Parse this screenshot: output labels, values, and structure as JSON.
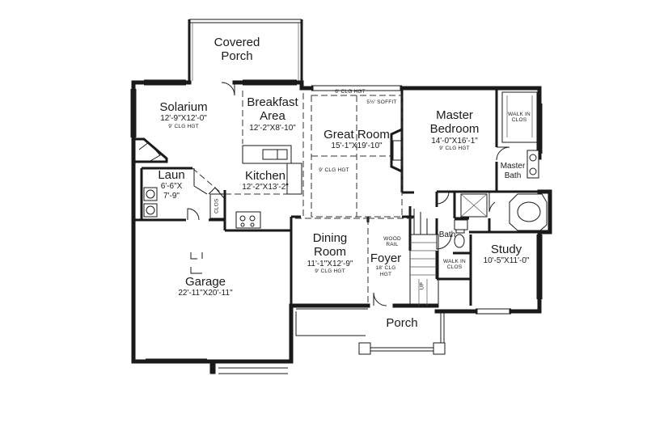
{
  "rooms": {
    "covered_porch": {
      "name_line1": "Covered",
      "name_line2": "Porch"
    },
    "solarium": {
      "name": "Solarium",
      "dims": "12'-9\"X12'-0\"",
      "clg": "9' CLG HGT"
    },
    "breakfast": {
      "name_line1": "Breakfast",
      "name_line2": "Area",
      "dims": "12'-2\"X8'-10\""
    },
    "great_room": {
      "name": "Great Room",
      "dims": "15'-1\"X19'-10\"",
      "clg_top": "6' CLG HGT",
      "soffit": "5½' SOFFIT",
      "clg_side": "9' CLG HGT"
    },
    "master_bedroom": {
      "name_line1": "Master",
      "name_line2": "Bedroom",
      "dims": "14'-0\"X16'-1\"",
      "clg": "9' CLG HGT"
    },
    "walk_in_top": {
      "line1": "WALK IN",
      "line2": "CLOS"
    },
    "master_bath": {
      "name_line1": "Master",
      "name_line2": "Bath"
    },
    "laun": {
      "name": "Laun",
      "dims_line1": "6'-6\"X",
      "dims_line2": "7'-9\""
    },
    "kitchen": {
      "name": "Kitchen",
      "dims": "12'-2\"X13'-2\""
    },
    "clos": {
      "name": "CLOS"
    },
    "garage": {
      "name": "Garage",
      "dims": "22'-11\"X20'-11\""
    },
    "dining": {
      "name_line1": "Dining",
      "name_line2": "Room",
      "dims": "11'-1\"X12'-9\"",
      "clg": "9' CLG HGT"
    },
    "foyer": {
      "name": "Foyer",
      "clg_line1": "18' CLG",
      "clg_line2": "HGT",
      "wood_rail_line1": "WOOD",
      "wood_rail_line2": "RAIL",
      "up": "UP"
    },
    "bath": {
      "name": "Bath"
    },
    "walk_in_study": {
      "line1": "WALK IN",
      "line2": "CLOS"
    },
    "study": {
      "name": "Study",
      "dims": "10'-5\"X11'-0\""
    },
    "porch": {
      "name": "Porch"
    }
  }
}
